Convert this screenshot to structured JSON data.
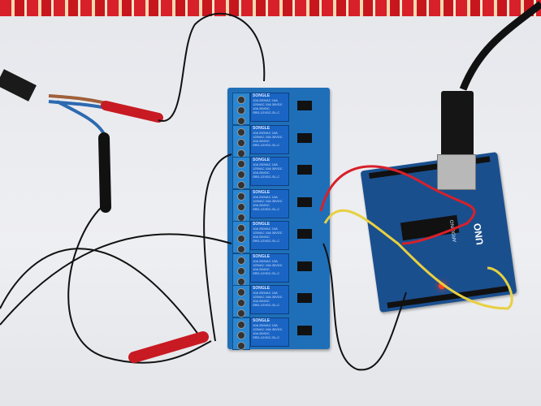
{
  "relay_module": {
    "relay_count": 8,
    "relay_brand": "SONGLE",
    "relay_rating": "10A 250VAC 10A 125VAC 10A 30VDC 10A 28VDC",
    "relay_model": "SRD-12VDC-SL-C",
    "color": "#1f6fb8"
  },
  "arduino": {
    "model": "UNO",
    "brand": "ARDUINO",
    "color": "#1a4f8e"
  },
  "colors": {
    "background": "#e9eaee",
    "red_wire": "#d8202a",
    "yellow_wire": "#e8d040",
    "black_wire": "#111111",
    "clip": "#c81a22"
  }
}
